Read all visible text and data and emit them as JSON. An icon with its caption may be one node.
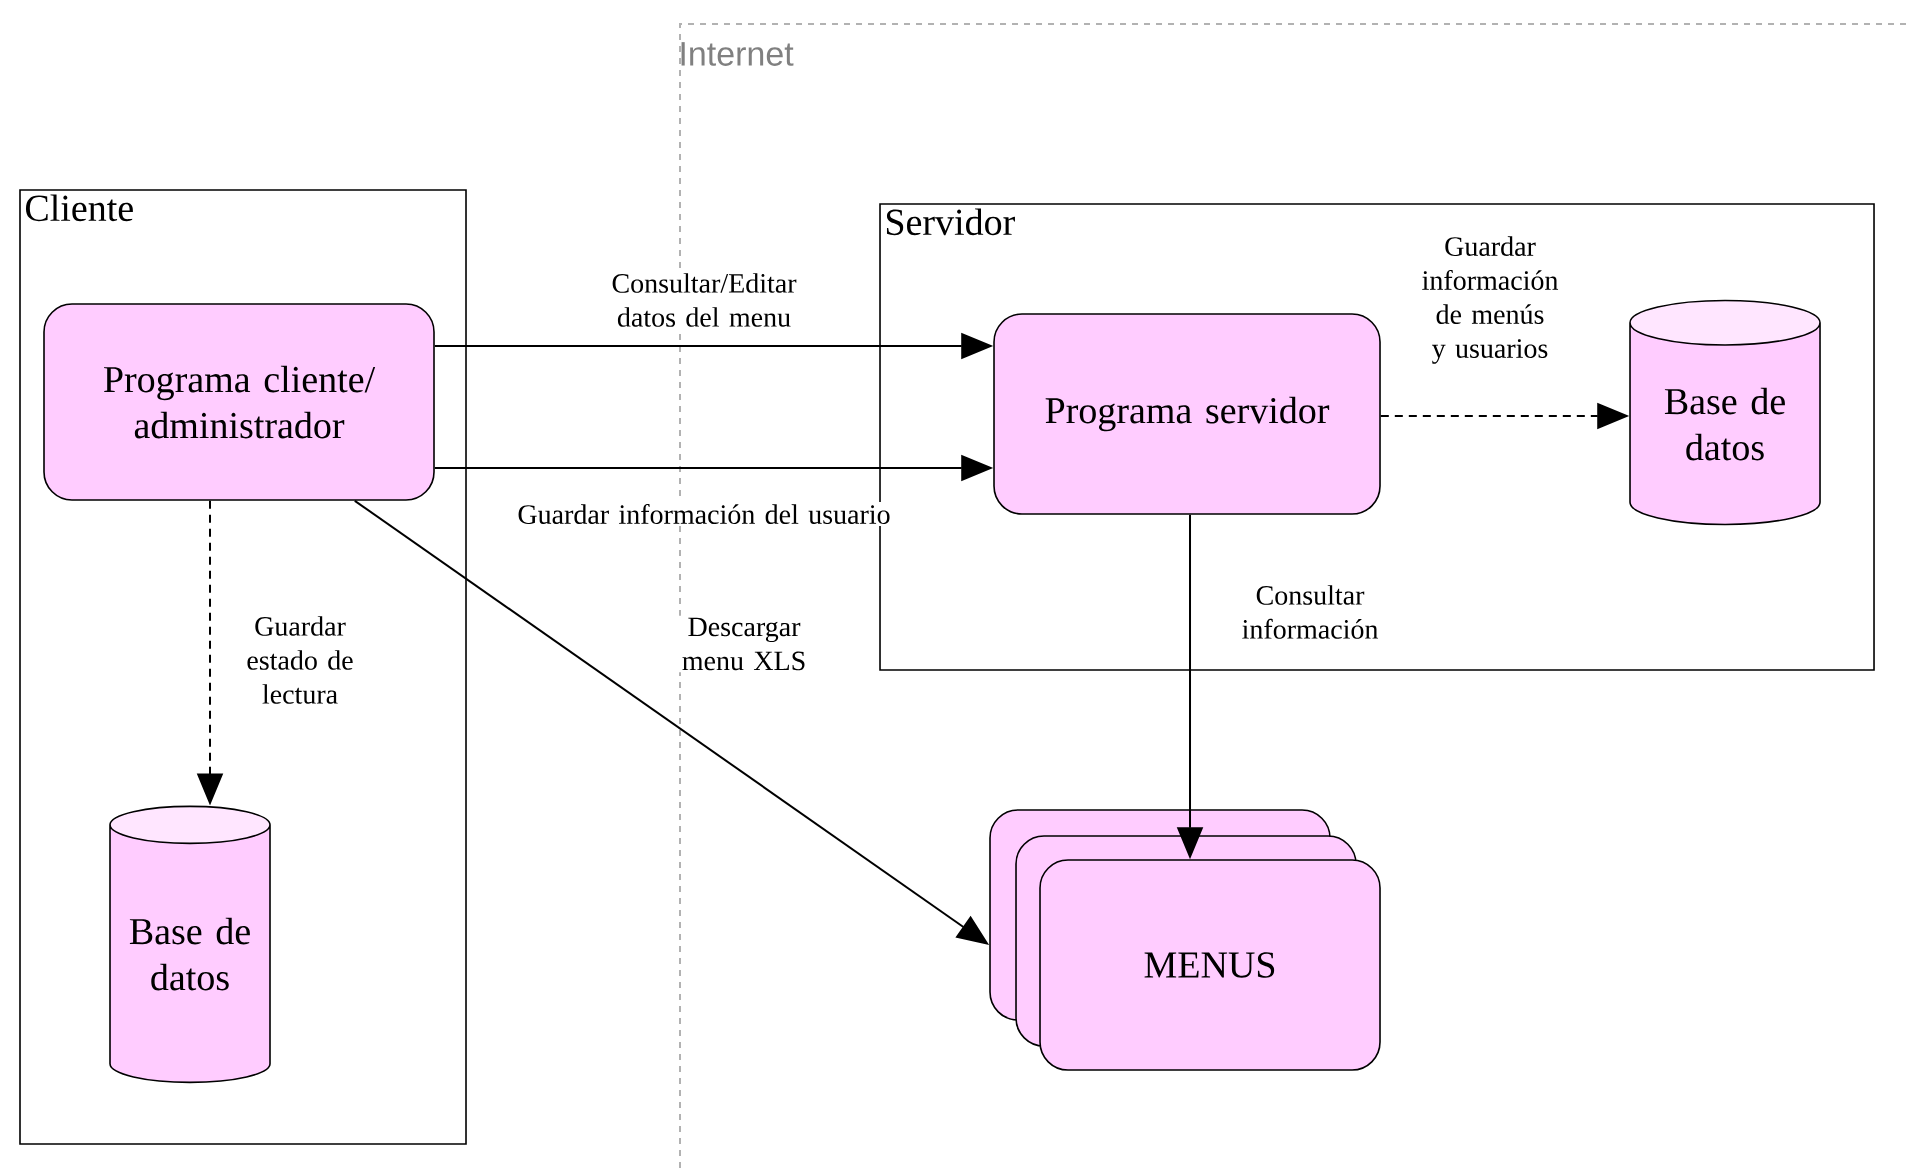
{
  "diagram": {
    "nodes": [
      {
        "text": [
          "Cliente"
        ]
      },
      {
        "text": [
          "Programa cliente/ administrador"
        ],
        "in": 0
      },
      {
        "text": [
          "Base de datos"
        ],
        "in": 0
      },
      {
        "text": [
          "Servidor"
        ]
      },
      {
        "text": [
          "Programa servidor"
        ],
        "in": 3
      },
      {
        "text": [
          "Base de datos"
        ],
        "in": 3
      },
      {
        "text": [
          "MENUS"
        ]
      }
    ],
    "edges": [
      {
        "from": 1,
        "to": 4,
        "arrow": "to",
        "label": "Consultar/Editar datos del menu"
      },
      {
        "from": 1,
        "to": 4,
        "arrow": "to",
        "label": "Guardar información del usuario"
      },
      {
        "from": 1,
        "to": 6,
        "arrow": "to",
        "label": "Descargar menu XLS"
      },
      {
        "from": 4,
        "to": 5,
        "arrow": "to",
        "label": "Guardar información de menús y usuarios",
        "style": "dashed"
      },
      {
        "from": 4,
        "to": 6,
        "arrow": "to",
        "label": "Consultar información"
      },
      {
        "from": 1,
        "to": 2,
        "arrow": "to",
        "label": "Guardar estado de lectura",
        "style": "dashed"
      }
    ],
    "labels": [
      "Internet"
    ]
  }
}
